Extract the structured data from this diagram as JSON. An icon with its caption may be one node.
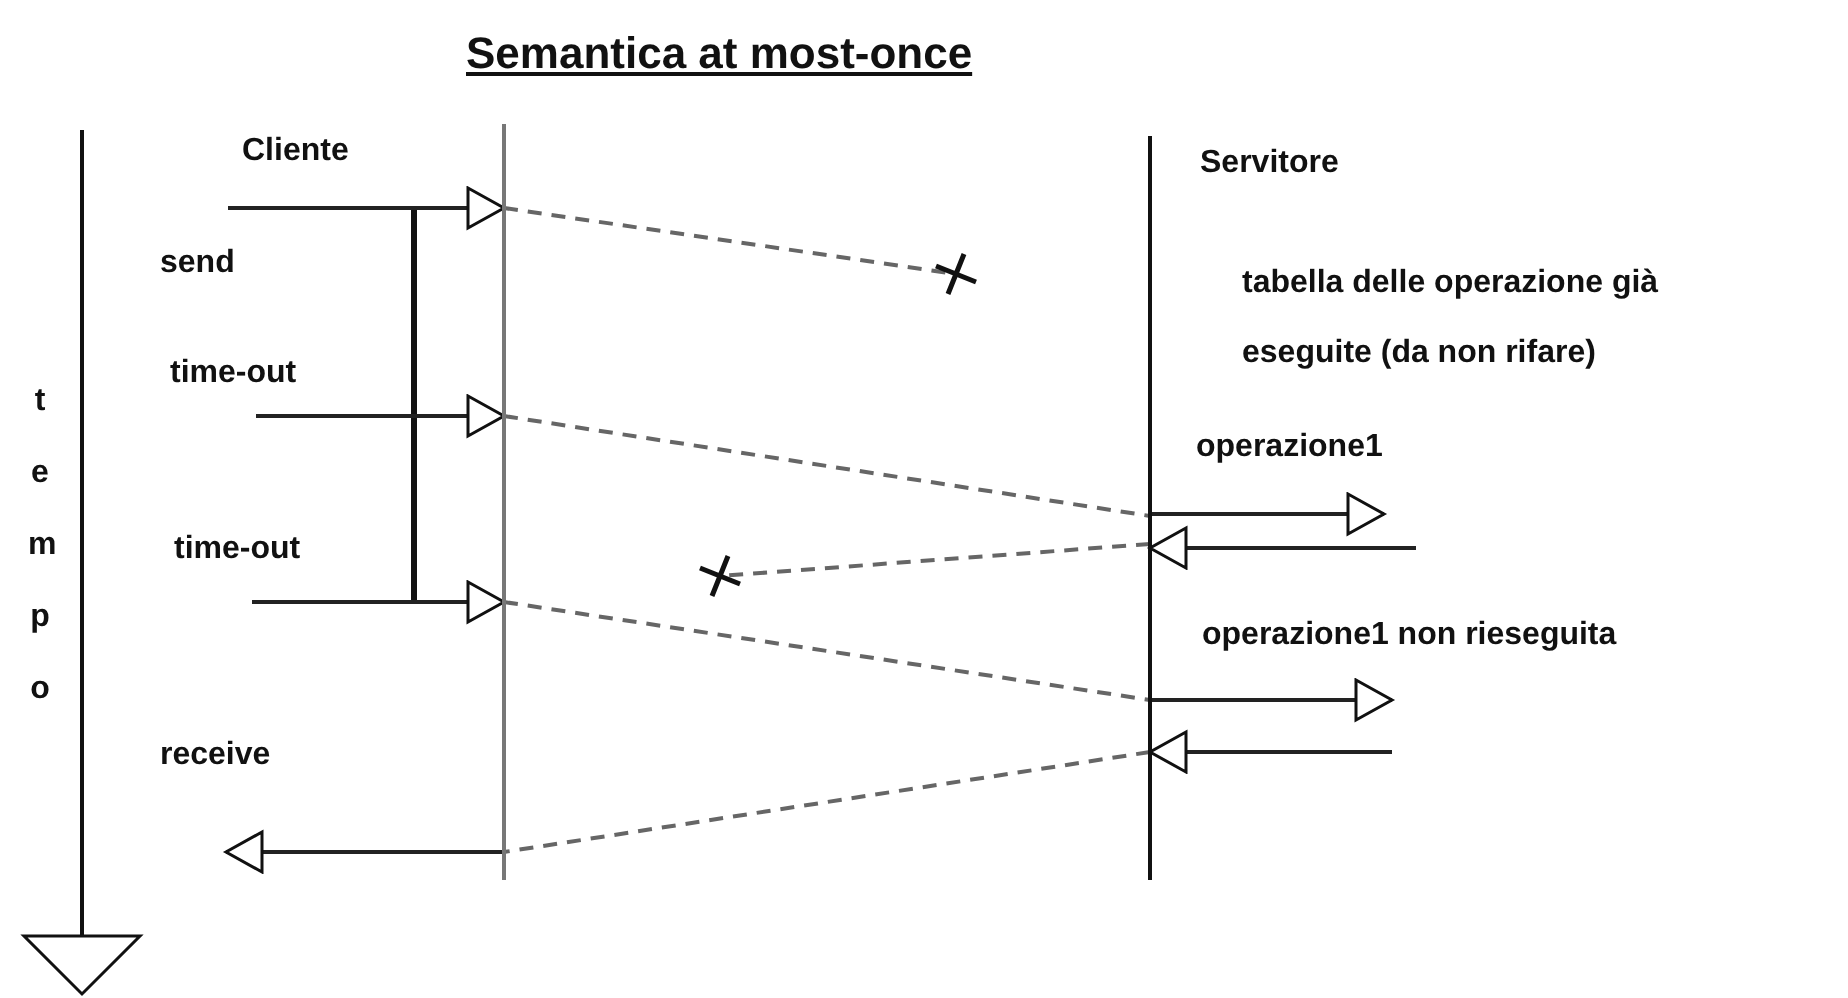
{
  "diagram": {
    "title": "Semantica at most-once",
    "nodes": [
      {
        "text": [],
        "shape": "bar"
      },
      {
        "text": [],
        "shape": "bar"
      },
      {
        "text": [],
        "shape": "cross"
      },
      {
        "text": [],
        "shape": "cross"
      }
    ],
    "edges": [
      {
        "from": null,
        "to": 0,
        "arrow": "to"
      },
      {
        "from": 0,
        "to": 2,
        "arrow": "none",
        "style": "dashed"
      },
      {
        "from": null,
        "to": 0,
        "arrow": "to"
      },
      {
        "from": 0,
        "to": 1,
        "arrow": "none",
        "style": "dashed"
      },
      {
        "from": 1,
        "to": null,
        "arrow": "to"
      },
      {
        "from": null,
        "to": 1,
        "arrow": "to"
      },
      {
        "from": 1,
        "to": 3,
        "arrow": "none",
        "style": "dashed"
      },
      {
        "from": null,
        "to": 0,
        "arrow": "to"
      },
      {
        "from": 0,
        "to": 1,
        "arrow": "none",
        "style": "dashed"
      },
      {
        "from": 1,
        "to": null,
        "arrow": "to"
      },
      {
        "from": null,
        "to": 1,
        "arrow": "to"
      },
      {
        "from": 1,
        "to": 0,
        "arrow": "none",
        "style": "dashed"
      },
      {
        "from": 0,
        "to": null,
        "arrow": "to"
      }
    ],
    "labels": [
      "Cliente",
      "Servitore",
      "send",
      "time-out",
      "time-out",
      "receive",
      "tempo",
      "tabella delle operazione già eseguite (da non rifare)",
      "operazione1",
      "operazione1 non rieseguita"
    ]
  }
}
